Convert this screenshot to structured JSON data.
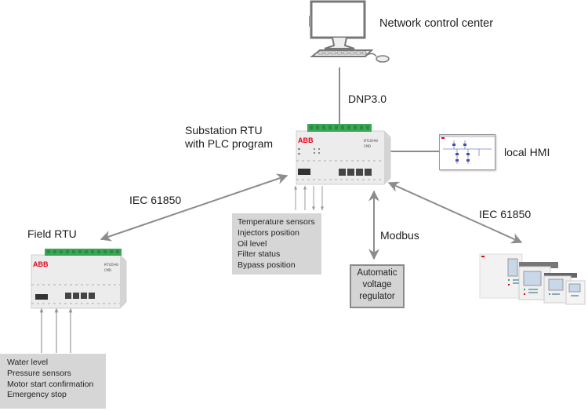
{
  "title": "RTU network communication overview",
  "nodes": {
    "network_control_center": {
      "label": "Network control center",
      "icon": "desktop-computer-icon"
    },
    "substation_rtu": {
      "label_line1": "Substation RTU",
      "label_line2": "with PLC program",
      "icon": "rtu-device-icon"
    },
    "local_hmi": {
      "label": "local HMI",
      "icon": "hmi-screen-icon"
    },
    "field_rtu": {
      "label": "Field RTU",
      "icon": "rtu-device-icon"
    },
    "ied_relays": {
      "icon": "protection-relays-icon"
    },
    "avr": {
      "lines": [
        "Automatic",
        "voltage",
        "regulator"
      ]
    }
  },
  "links": {
    "dnp3": {
      "label": "DNP3.0",
      "from": "substation_rtu",
      "to": "network_control_center"
    },
    "iec_left": {
      "label": "IEC 61850",
      "from": "substation_rtu",
      "to": "field_rtu"
    },
    "iec_right": {
      "label": "IEC 61850",
      "from": "substation_rtu",
      "to": "ied_relays"
    },
    "modbus": {
      "label": "Modbus",
      "from": "substation_rtu",
      "to": "avr"
    },
    "hmi": {
      "from": "substation_rtu",
      "to": "local_hmi"
    }
  },
  "substation_inputs": [
    "Temperature sensors",
    "Injectors position",
    "Oil level",
    "Filter status",
    "Bypass position"
  ],
  "field_inputs": [
    "Water level",
    "Pressure sensors",
    "Motor start confirmation",
    "Emergency stop"
  ],
  "colors": {
    "line": "#8c8c8c",
    "box_fill": "#d6d6d6",
    "terminal_green": "#3aa655",
    "abb_red": "#e2001a"
  }
}
